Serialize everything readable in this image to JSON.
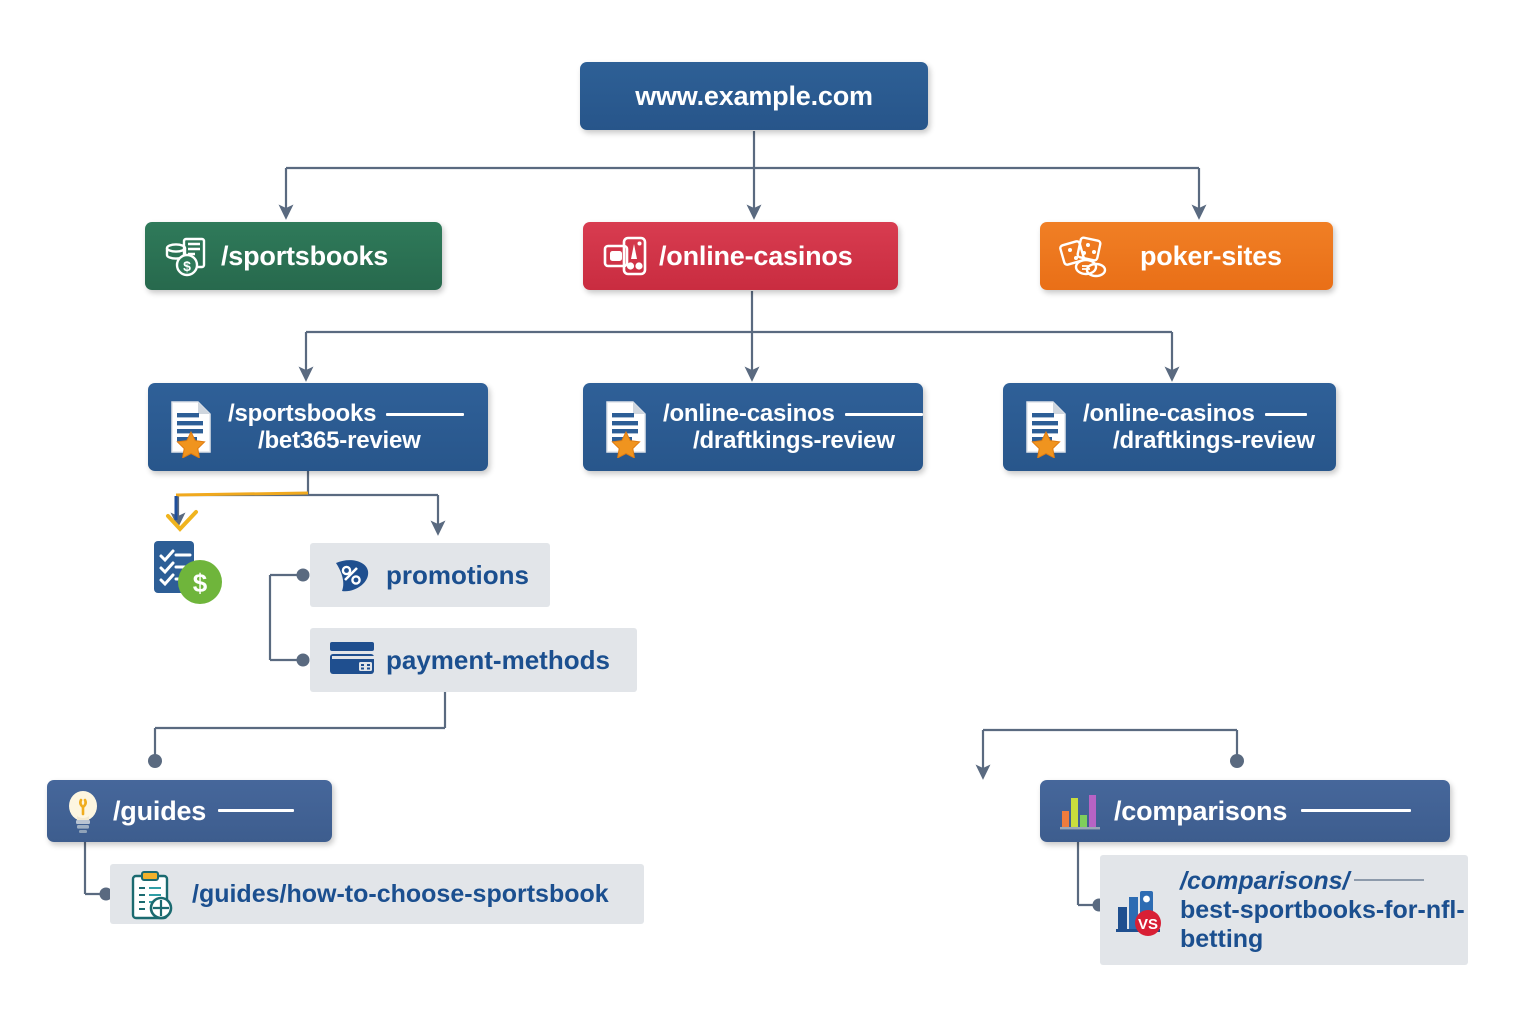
{
  "diagram": {
    "title": "Website URL structure sitemap",
    "type": "site-tree",
    "background": "#ffffff"
  },
  "colors": {
    "root_blue": "#2c5d93",
    "green": "#2a7254",
    "red": "#d6334a",
    "orange": "#ee7722",
    "review_blue": "#2c5d93",
    "section_blue": "#41639a",
    "leaf_gray": "#e2e5e9",
    "leaf_text": "#1b4f8f",
    "connector": "#5a6a80"
  },
  "root": {
    "label": "www.example.com",
    "name": "root-node"
  },
  "categories": [
    {
      "label": "/sportsbooks",
      "icon": "coins-receipt-icon",
      "color": "#2a7254"
    },
    {
      "label": "/online-casinos",
      "icon": "casino-cards-icon",
      "color": "#d6334a"
    },
    {
      "label": "poker-sites",
      "icon": "poker-dice-chip-icon",
      "color": "#ee7722"
    }
  ],
  "reviews": [
    {
      "line1": "/sportsbooks",
      "line2": "/bet365-review",
      "icon": "document-star-icon"
    },
    {
      "line1": "/online-casinos",
      "line2": "/draftkings-review",
      "icon": "document-star-icon"
    },
    {
      "line1": "/online-casinos",
      "line2": "/draftkings-review",
      "icon": "document-star-icon"
    }
  ],
  "subpages": [
    {
      "label": "promotions",
      "icon": "percent-tag-icon"
    },
    {
      "label": "payment-methods",
      "icon": "credit-card-icon"
    }
  ],
  "floating_icon": {
    "name": "checklist-dollar-icon"
  },
  "guides": {
    "label": "/guides",
    "icon": "lightbulb-icon",
    "child": {
      "label": "/guides/how-to-choose-sportsbook",
      "icon": "clipboard-checklist-icon"
    }
  },
  "comparisons": {
    "label": "/comparisons",
    "icon": "bar-chart-icon",
    "child": {
      "line1": "/comparisons/",
      "line2": "best-sportbooks-for-nfl-",
      "line3": "betting",
      "icon": "versus-chart-icon"
    }
  }
}
